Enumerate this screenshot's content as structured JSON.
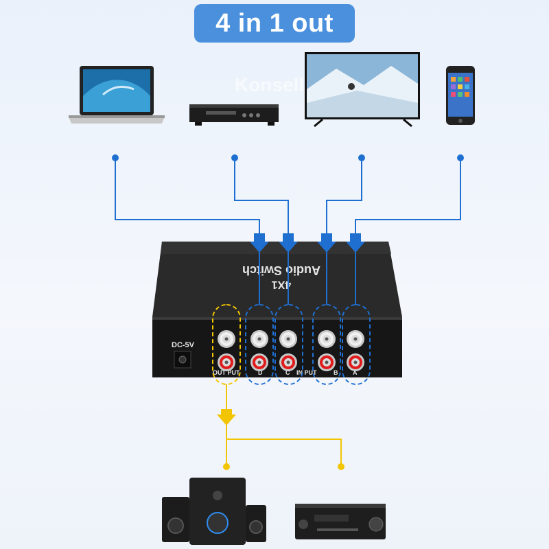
{
  "title": "4 in 1 out",
  "watermark": "Konsell",
  "device": {
    "top_label_line1": "4X1",
    "top_label_line2": "Audio Switch",
    "power_label": "DC-5V",
    "output_label": "OUT PUT",
    "input_label": "IN PUT",
    "channel_labels": [
      "D",
      "C",
      "B",
      "A"
    ]
  },
  "sources": [
    {
      "icon": "laptop-icon"
    },
    {
      "icon": "dvd-player-icon"
    },
    {
      "icon": "tv-icon"
    },
    {
      "icon": "smartphone-icon"
    }
  ],
  "outputs": [
    {
      "icon": "speakers-icon"
    },
    {
      "icon": "av-receiver-icon"
    }
  ],
  "colors": {
    "title_bg": "#4a90dd",
    "input_line": "#1f6fd1",
    "output_line": "#f2c500",
    "device_body": "#1a1a1a"
  }
}
